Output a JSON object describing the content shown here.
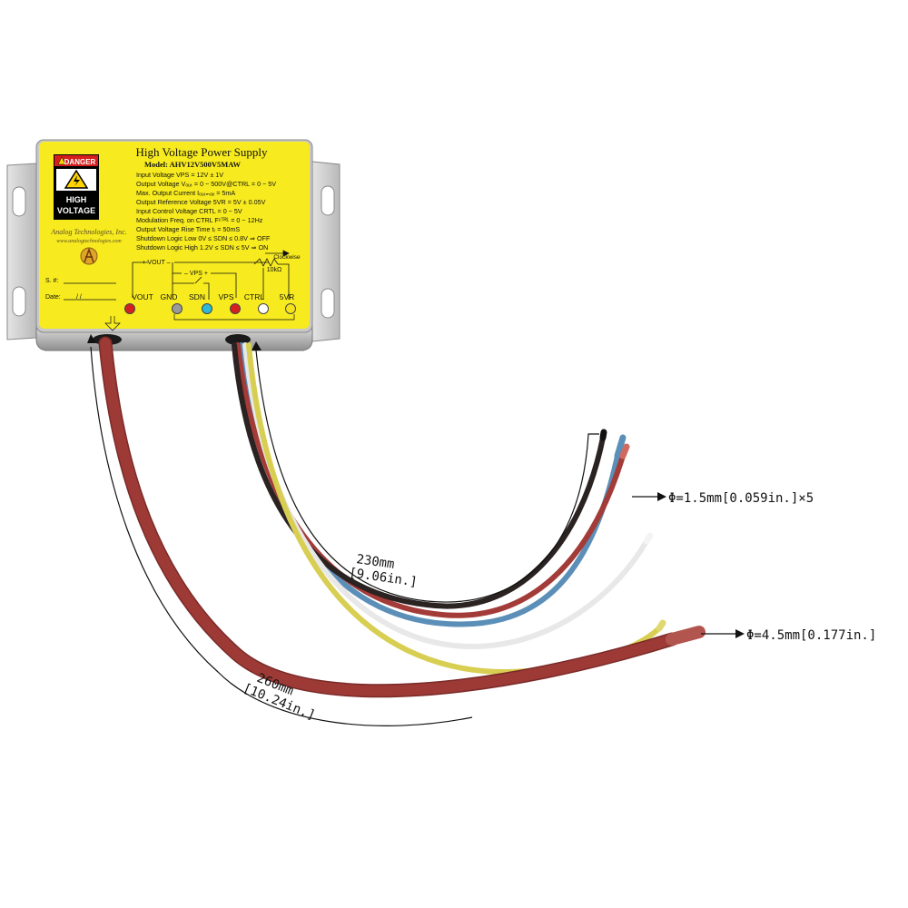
{
  "label": {
    "title": "High Voltage Power Supply",
    "model": "Model: AHV12V500V5MAW",
    "danger": "DANGER",
    "high": "HIGH",
    "voltage": "VOLTAGE",
    "company": "Analog Technologies, Inc.",
    "website": "www.analogtechnologies.com",
    "specs": [
      "Input Voltage VPS = 12V ± 1V",
      "Output Voltage Vₒᵤₜ = 0 ~ 500V@CTRL = 0 ~ 5V",
      "Max. Output Current Iₒᵤₜₘₐₓ = 5mA",
      "Output Reference Voltage 5VR = 5V ± 0.05V",
      "Input Control Voltage CRTL = 0 ~ 5V",
      "Modulation Freq. on CTRL Fᶜᵀᴿᴸ = 0 ~ 12Hz",
      "Output Voltage Rise Time tᵣ = 50mS",
      "Shutdown Logic Low 0V ≤ SDN ≤ 0.8V ⇒ OFF",
      "Shutdown Logic High 1.2V ≤ SDN ≤ 5V ⇒ ON"
    ],
    "serial": "S. #:",
    "date": "Date:",
    "date_slashes": "/       /",
    "vout_bracket": "+ VOUT –",
    "vps_bracket": "–  VPS  +",
    "clockwise": "Clockwise",
    "pot": "10kΩ",
    "pins": [
      "VOUT",
      "GND",
      "SDN",
      "VPS",
      "CTRL",
      "5VR"
    ]
  },
  "annotations": {
    "small_wire_dia": "Φ=1.5mm[0.059in.]×5",
    "big_wire_dia": "Φ=4.5mm[0.177in.]",
    "len_small_mm": "230mm",
    "len_small_in": "[9.06in.]",
    "len_big_mm": "260mm",
    "len_big_in": "[10.24in.]"
  },
  "colors": {
    "label_yellow": "#f7eb1f",
    "wire_red": "#a33b38",
    "wire_black": "#2b2222",
    "wire_blue": "#5b8fb8",
    "wire_white": "#e8e8e8",
    "wire_yellow": "#d8cf52",
    "hv_cable": "#9d3a36",
    "pin_red": "#d42020",
    "pin_gray": "#9a9a9a",
    "pin_cyan": "#2db8d8",
    "pin_white": "#ffffff",
    "pin_yellow": "#f4e21a"
  }
}
